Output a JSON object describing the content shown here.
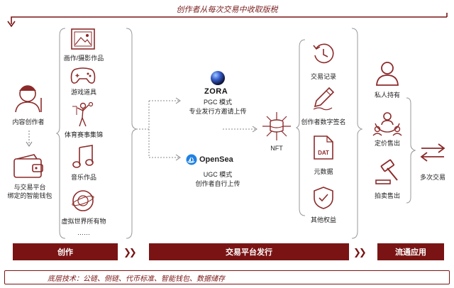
{
  "header": {
    "title": "创作者从每次交易中收取版税"
  },
  "creation": {
    "creator_label": "内容创作者",
    "wallet_label": "与交易平台\n绑定的智能钱包",
    "items": [
      {
        "label": "画作/摄影作品",
        "icon": "picture-frame-icon"
      },
      {
        "label": "游戏道具",
        "icon": "gamepad-icon"
      },
      {
        "label": "体育赛事集锦",
        "icon": "basketball-player-icon"
      },
      {
        "label": "音乐作品",
        "icon": "music-note-icon"
      },
      {
        "label": "虚拟世界所有物",
        "icon": "planet-icon"
      },
      {
        "label": "……",
        "icon": ""
      }
    ]
  },
  "platform": {
    "zora": {
      "logo_text": "ZORA",
      "mode": "PGC 模式",
      "desc": "专业发行方邀请上传"
    },
    "opensea": {
      "logo_text": "OpenSea",
      "mode": "UGC 模式",
      "desc": "创作者自行上传"
    },
    "nft_label": "NFT",
    "attributes": [
      {
        "label": "交易记录",
        "icon": "history-clock-icon"
      },
      {
        "label": "创作者数字签名",
        "icon": "pen-signature-icon"
      },
      {
        "label": "元数据",
        "icon": "dat-file-icon"
      },
      {
        "label": "其他权益",
        "icon": "shield-check-icon"
      }
    ]
  },
  "circulation": {
    "items": [
      {
        "label": "私人持有",
        "icon": "person-icon"
      },
      {
        "label": "定价售出",
        "icon": "price-people-icon"
      },
      {
        "label": "拍卖售出",
        "icon": "auction-gavel-icon"
      }
    ],
    "multi_trade_label": "多次交易"
  },
  "stages": {
    "create": "创作",
    "issue": "交易平台发行",
    "circulate": "流通应用"
  },
  "footer": {
    "text": "底层技术：公链、侧链、代币标准、智能钱包、数据储存"
  },
  "colors": {
    "accent": "#7a1414",
    "icon": "#8c2a2a"
  }
}
